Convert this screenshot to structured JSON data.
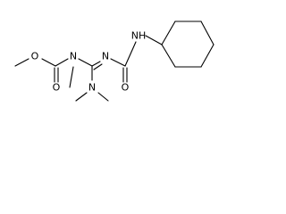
{
  "molecule": {
    "atoms": {
      "ester_oxygen": "O",
      "carbonyl_oxygen_left": "O",
      "carbamate_nitrogen": "N",
      "imine_nitrogen": "N",
      "amine_nitrogen": "N",
      "amide_nitrogen": "NH",
      "carbonyl_oxygen_right": "O"
    }
  }
}
